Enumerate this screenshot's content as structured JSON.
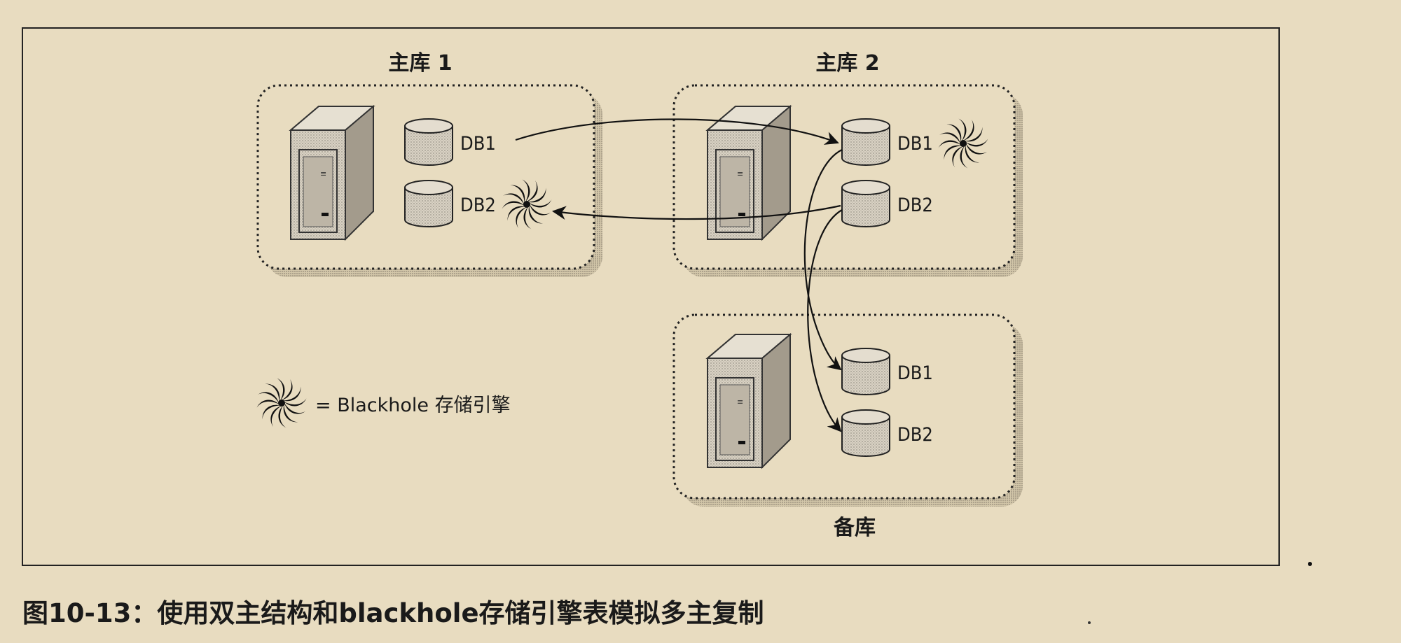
{
  "diagram": {
    "master1": {
      "title": "主库 1",
      "dbs": [
        "DB1",
        "DB2"
      ]
    },
    "master2": {
      "title": "主库 2",
      "dbs": [
        "DB1",
        "DB2"
      ]
    },
    "replica": {
      "title": "备库",
      "dbs": [
        "DB1",
        "DB2"
      ]
    },
    "legend": {
      "text": "=  Blackhole 存储引擎"
    }
  },
  "caption": "图10-13：使用双主结构和blackhole存储引擎表模拟多主复制"
}
